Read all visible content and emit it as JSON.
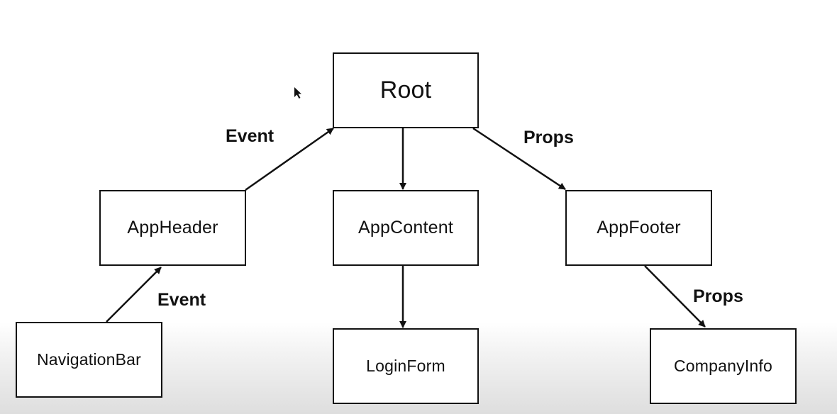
{
  "diagram": {
    "nodes": {
      "root": "Root",
      "app_header": "AppHeader",
      "app_content": "AppContent",
      "app_footer": "AppFooter",
      "navigation_bar": "NavigationBar",
      "login_form": "LoginForm",
      "company_info": "CompanyInfo"
    },
    "edge_labels": {
      "header_to_root": "Event",
      "nav_to_header": "Event",
      "root_to_footer": "Props",
      "footer_to_company": "Props"
    },
    "edges": [
      {
        "from": "app_header",
        "to": "root",
        "label": "header_to_root"
      },
      {
        "from": "navigation_bar",
        "to": "app_header",
        "label": "nav_to_header"
      },
      {
        "from": "root",
        "to": "app_content"
      },
      {
        "from": "root",
        "to": "app_footer",
        "label": "root_to_footer"
      },
      {
        "from": "app_content",
        "to": "login_form"
      },
      {
        "from": "app_footer",
        "to": "company_info",
        "label": "footer_to_company"
      }
    ],
    "colors": {
      "stroke": "#111111",
      "node_fill": "#ffffff",
      "text": "#111111"
    }
  }
}
